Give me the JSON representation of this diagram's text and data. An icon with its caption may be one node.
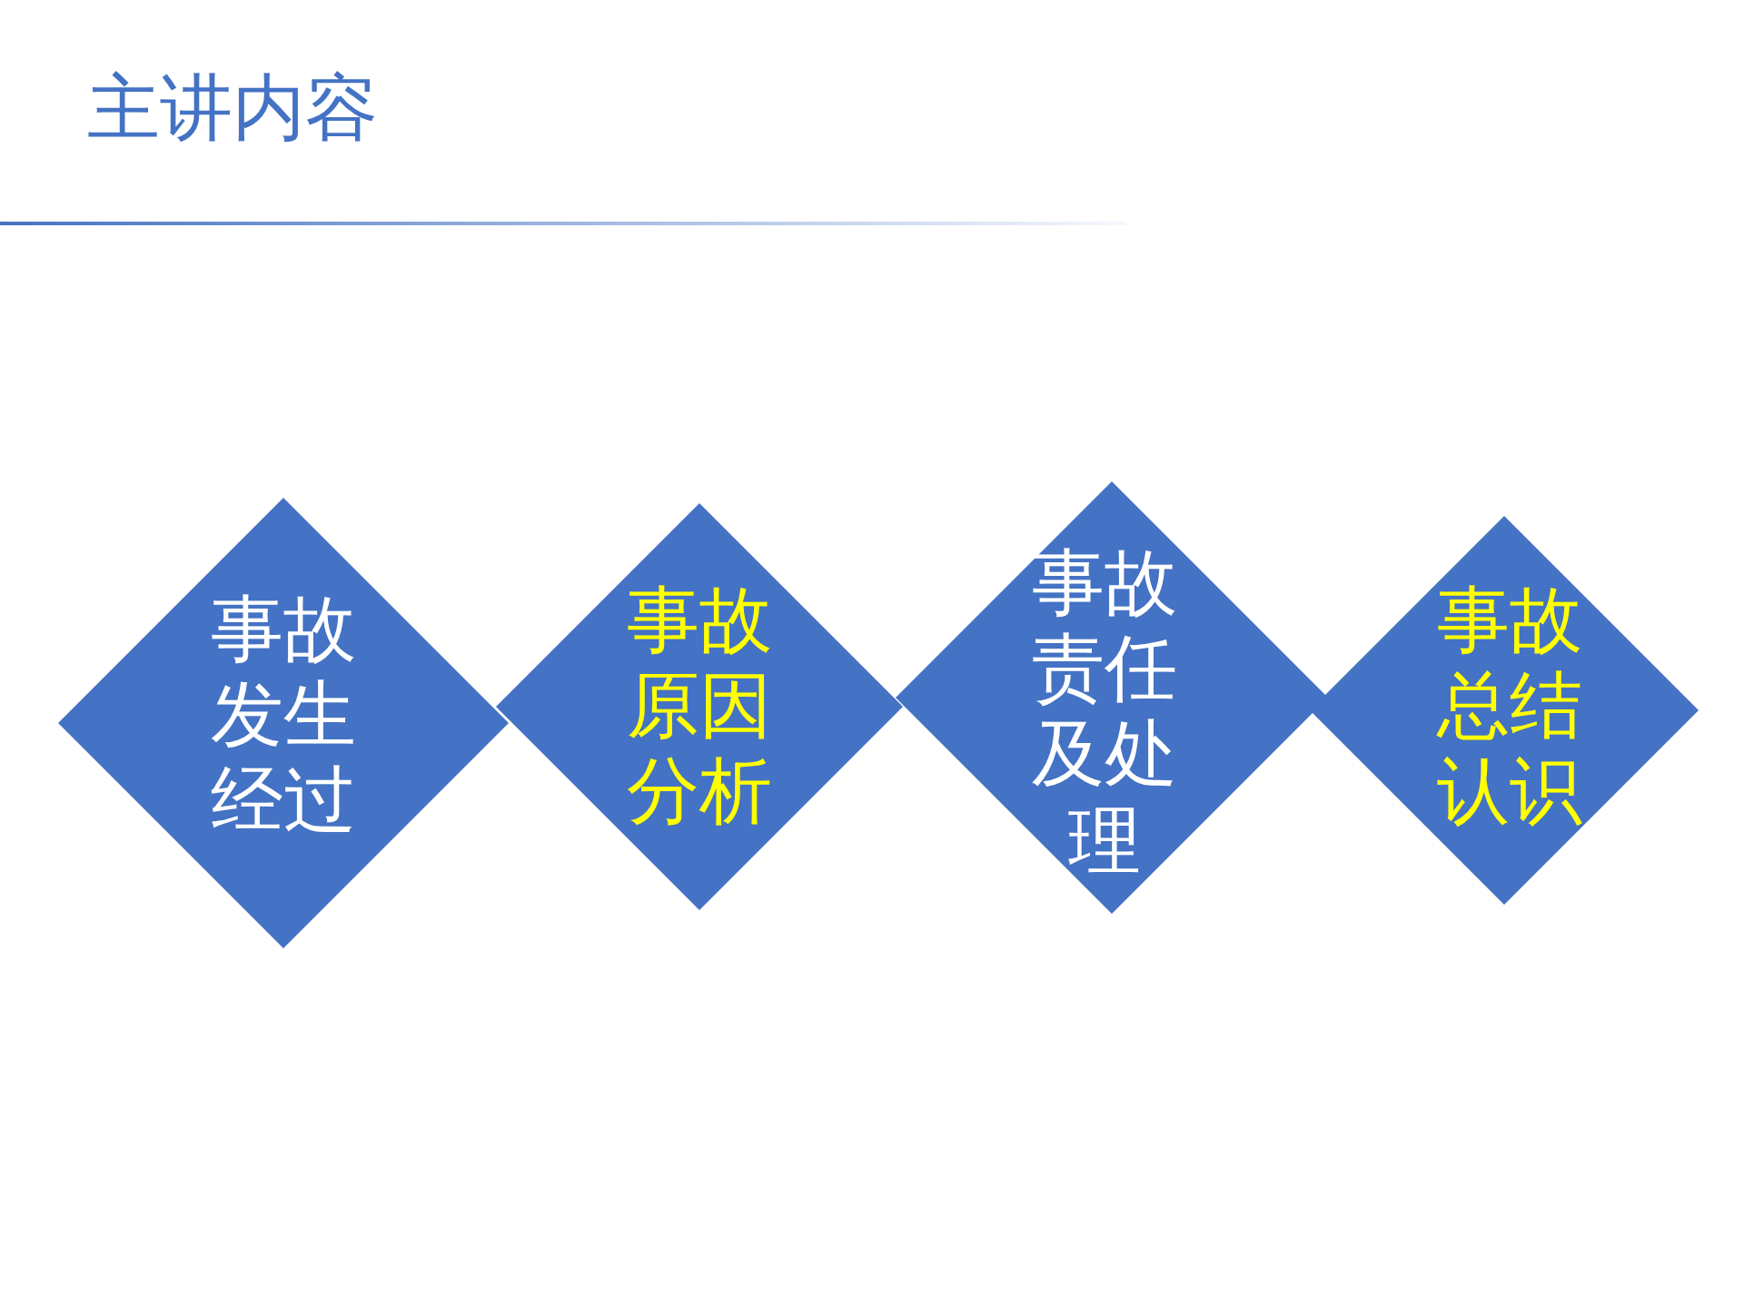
{
  "diagram": {
    "title": "主讲内容",
    "nodes": [
      {
        "text": [
          "事故发生经过"
        ]
      },
      {
        "text": [
          "事故原因分析"
        ]
      },
      {
        "text": [
          "事故责任及处理"
        ]
      },
      {
        "text": [
          "事故总结认识"
        ]
      }
    ]
  }
}
